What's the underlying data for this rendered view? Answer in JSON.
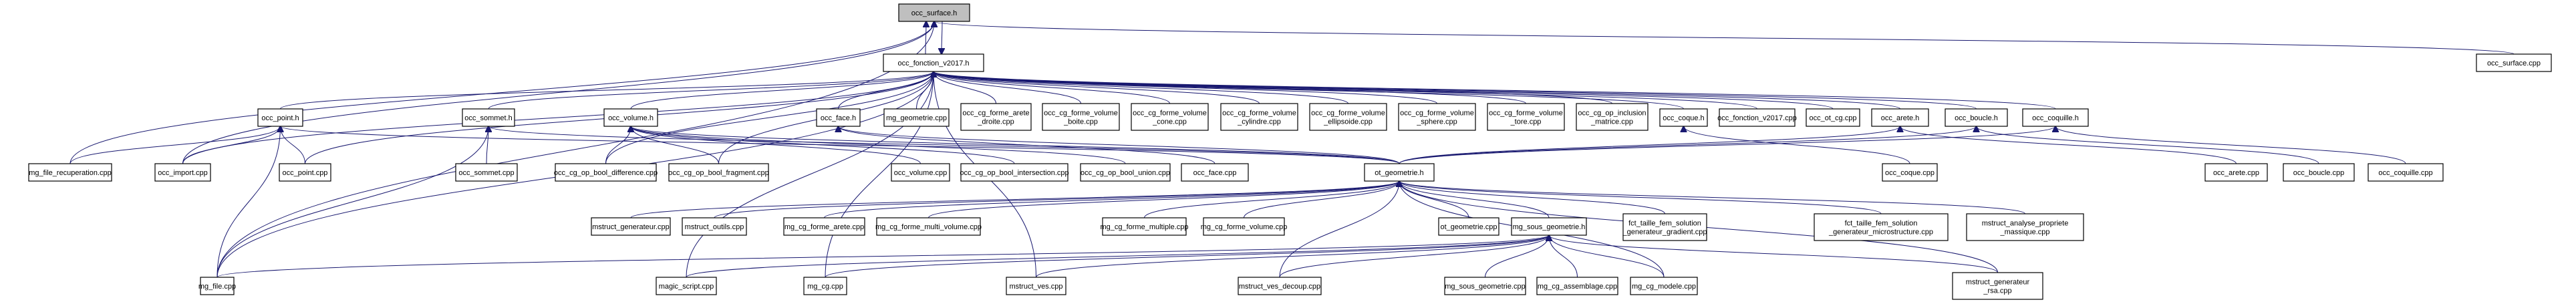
{
  "diagram": {
    "title": "Include dependency graph for occ_surface.h",
    "colors": {
      "edge": "#191970",
      "root_fill": "#bfbfbf",
      "node_fill": "#ffffff",
      "border": "#000000"
    },
    "nodes": [
      {
        "id": "occ_surface_h",
        "label": [
          "occ_surface.h"
        ],
        "root": true
      },
      {
        "id": "occ_fonction_v2017_h",
        "label": [
          "occ_fonction_v2017.h"
        ]
      },
      {
        "id": "occ_surface_cpp",
        "label": [
          "occ_surface.cpp"
        ]
      },
      {
        "id": "occ_point_h",
        "label": [
          "occ_point.h"
        ]
      },
      {
        "id": "occ_sommet_h",
        "label": [
          "occ_sommet.h"
        ]
      },
      {
        "id": "occ_volume_h",
        "label": [
          "occ_volume.h"
        ]
      },
      {
        "id": "occ_face_h",
        "label": [
          "occ_face.h"
        ]
      },
      {
        "id": "mg_geometrie_cpp",
        "label": [
          "mg_geometrie.cpp"
        ]
      },
      {
        "id": "occ_cg_forme_arete_droite_cpp",
        "label": [
          "occ_cg_forme_arete",
          "_droite.cpp"
        ]
      },
      {
        "id": "occ_cg_forme_volume_boite_cpp",
        "label": [
          "occ_cg_forme_volume",
          "_boite.cpp"
        ]
      },
      {
        "id": "occ_cg_forme_volume_cone_cpp",
        "label": [
          "occ_cg_forme_volume",
          "_cone.cpp"
        ]
      },
      {
        "id": "occ_cg_forme_volume_cylindre_cpp",
        "label": [
          "occ_cg_forme_volume",
          "_cylindre.cpp"
        ]
      },
      {
        "id": "occ_cg_forme_volume_ellipsoide_cpp",
        "label": [
          "occ_cg_forme_volume",
          "_ellipsoide.cpp"
        ]
      },
      {
        "id": "occ_cg_forme_volume_sphere_cpp",
        "label": [
          "occ_cg_forme_volume",
          "_sphere.cpp"
        ]
      },
      {
        "id": "occ_cg_forme_volume_tore_cpp",
        "label": [
          "occ_cg_forme_volume",
          "_tore.cpp"
        ]
      },
      {
        "id": "occ_cg_op_inclusion_matrice_cpp",
        "label": [
          "occ_cg_op_inclusion",
          "_matrice.cpp"
        ]
      },
      {
        "id": "occ_coque_h",
        "label": [
          "occ_coque.h"
        ]
      },
      {
        "id": "occ_fonction_v2017_cpp",
        "label": [
          "occ_fonction_v2017.cpp"
        ]
      },
      {
        "id": "occ_ot_cg_cpp",
        "label": [
          "occ_ot_cg.cpp"
        ]
      },
      {
        "id": "occ_arete_h",
        "label": [
          "occ_arete.h"
        ]
      },
      {
        "id": "occ_boucle_h",
        "label": [
          "occ_boucle.h"
        ]
      },
      {
        "id": "occ_coquille_h",
        "label": [
          "occ_coquille.h"
        ]
      },
      {
        "id": "mg_file_recuperation_cpp",
        "label": [
          "mg_file_recuperation.cpp"
        ]
      },
      {
        "id": "occ_import_cpp",
        "label": [
          "occ_import.cpp"
        ]
      },
      {
        "id": "occ_point_cpp",
        "label": [
          "occ_point.cpp"
        ]
      },
      {
        "id": "occ_sommet_cpp",
        "label": [
          "occ_sommet.cpp"
        ]
      },
      {
        "id": "occ_cg_op_bool_difference_cpp",
        "label": [
          "occ_cg_op_bool_difference.cpp"
        ]
      },
      {
        "id": "occ_cg_op_bool_fragment_cpp",
        "label": [
          "occ_cg_op_bool_fragment.cpp"
        ]
      },
      {
        "id": "occ_volume_cpp",
        "label": [
          "occ_volume.cpp"
        ]
      },
      {
        "id": "occ_cg_op_bool_intersection_cpp",
        "label": [
          "occ_cg_op_bool_intersection.cpp"
        ]
      },
      {
        "id": "occ_cg_op_bool_union_cpp",
        "label": [
          "occ_cg_op_bool_union.cpp"
        ]
      },
      {
        "id": "occ_face_cpp",
        "label": [
          "occ_face.cpp"
        ]
      },
      {
        "id": "ot_geometrie_h",
        "label": [
          "ot_geometrie.h"
        ]
      },
      {
        "id": "occ_coque_cpp",
        "label": [
          "occ_coque.cpp"
        ]
      },
      {
        "id": "occ_arete_cpp",
        "label": [
          "occ_arete.cpp"
        ]
      },
      {
        "id": "occ_boucle_cpp",
        "label": [
          "occ_boucle.cpp"
        ]
      },
      {
        "id": "occ_coquille_cpp",
        "label": [
          "occ_coquille.cpp"
        ]
      },
      {
        "id": "mstruct_generateur_cpp",
        "label": [
          "mstruct_generateur.cpp"
        ]
      },
      {
        "id": "mstruct_outils_cpp",
        "label": [
          "mstruct_outils.cpp"
        ]
      },
      {
        "id": "mg_cg_forme_arete_cpp",
        "label": [
          "mg_cg_forme_arete.cpp"
        ]
      },
      {
        "id": "mg_cg_forme_multi_volume_cpp",
        "label": [
          "mg_cg_forme_multi_volume.cpp"
        ]
      },
      {
        "id": "mg_cg_forme_multiple_cpp",
        "label": [
          "mg_cg_forme_multiple.cpp"
        ]
      },
      {
        "id": "mg_cg_forme_volume_cpp",
        "label": [
          "mg_cg_forme_volume.cpp"
        ]
      },
      {
        "id": "ot_geometrie_cpp",
        "label": [
          "ot_geometrie.cpp"
        ]
      },
      {
        "id": "mg_sous_geometrie_h",
        "label": [
          "mg_sous_geometrie.h"
        ]
      },
      {
        "id": "fct_taille_fem_solution_generateur_gradient_cpp",
        "label": [
          "fct_taille_fem_solution",
          "_generateur_gradient.cpp"
        ]
      },
      {
        "id": "fct_taille_fem_solution_generateur_microstructure_cpp",
        "label": [
          "fct_taille_fem_solution",
          "_generateur_microstructure.cpp"
        ]
      },
      {
        "id": "mstruct_analyse_propriete_massique_cpp",
        "label": [
          "mstruct_analyse_propriete",
          "_massique.cpp"
        ]
      },
      {
        "id": "mg_file_cpp",
        "label": [
          "mg_file.cpp"
        ]
      },
      {
        "id": "magic_script_cpp",
        "label": [
          "magic_script.cpp"
        ]
      },
      {
        "id": "mg_cg_cpp",
        "label": [
          "mg_cg.cpp"
        ]
      },
      {
        "id": "mstruct_ves_cpp",
        "label": [
          "mstruct_ves.cpp"
        ]
      },
      {
        "id": "mstruct_ves_decoup_cpp",
        "label": [
          "mstruct_ves_decoup.cpp"
        ]
      },
      {
        "id": "mg_sous_geometrie_cpp",
        "label": [
          "mg_sous_geometrie.cpp"
        ]
      },
      {
        "id": "mg_cg_assemblage_cpp",
        "label": [
          "mg_cg_assemblage.cpp"
        ]
      },
      {
        "id": "mg_cg_modele_cpp",
        "label": [
          "mg_cg_modele.cpp"
        ]
      },
      {
        "id": "mstruct_generateur_rsa_cpp",
        "label": [
          "mstruct_generateur",
          "_rsa.cpp"
        ]
      }
    ],
    "edges": [
      [
        "occ_fonction_v2017_h",
        "occ_surface_h"
      ],
      [
        "occ_surface_h",
        "occ_fonction_v2017_h"
      ],
      [
        "occ_surface_cpp",
        "occ_surface_h"
      ],
      [
        "mg_file_recuperation_cpp",
        "occ_surface_h"
      ],
      [
        "occ_import_cpp",
        "occ_surface_h"
      ],
      [
        "mg_file_cpp",
        "occ_surface_h"
      ],
      [
        "occ_point_h",
        "occ_fonction_v2017_h"
      ],
      [
        "occ_sommet_h",
        "occ_fonction_v2017_h"
      ],
      [
        "occ_volume_h",
        "occ_fonction_v2017_h"
      ],
      [
        "occ_face_h",
        "occ_fonction_v2017_h"
      ],
      [
        "mg_geometrie_cpp",
        "occ_fonction_v2017_h"
      ],
      [
        "occ_cg_forme_arete_droite_cpp",
        "occ_fonction_v2017_h"
      ],
      [
        "occ_cg_forme_volume_boite_cpp",
        "occ_fonction_v2017_h"
      ],
      [
        "occ_cg_forme_volume_cone_cpp",
        "occ_fonction_v2017_h"
      ],
      [
        "occ_cg_forme_volume_cylindre_cpp",
        "occ_fonction_v2017_h"
      ],
      [
        "occ_cg_forme_volume_ellipsoide_cpp",
        "occ_fonction_v2017_h"
      ],
      [
        "occ_cg_forme_volume_sphere_cpp",
        "occ_fonction_v2017_h"
      ],
      [
        "occ_cg_forme_volume_tore_cpp",
        "occ_fonction_v2017_h"
      ],
      [
        "occ_cg_op_inclusion_matrice_cpp",
        "occ_fonction_v2017_h"
      ],
      [
        "occ_coque_h",
        "occ_fonction_v2017_h"
      ],
      [
        "occ_fonction_v2017_cpp",
        "occ_fonction_v2017_h"
      ],
      [
        "occ_ot_cg_cpp",
        "occ_fonction_v2017_h"
      ],
      [
        "occ_arete_h",
        "occ_fonction_v2017_h"
      ],
      [
        "occ_boucle_h",
        "occ_fonction_v2017_h"
      ],
      [
        "occ_coquille_h",
        "occ_fonction_v2017_h"
      ],
      [
        "occ_import_cpp",
        "occ_fonction_v2017_h"
      ],
      [
        "occ_point_cpp",
        "occ_fonction_v2017_h"
      ],
      [
        "mg_file_cpp",
        "occ_fonction_v2017_h"
      ],
      [
        "occ_cg_op_bool_difference_cpp",
        "occ_fonction_v2017_h"
      ],
      [
        "occ_cg_op_bool_fragment_cpp",
        "occ_fonction_v2017_h"
      ],
      [
        "mg_cg_cpp",
        "occ_fonction_v2017_h"
      ],
      [
        "magic_script_cpp",
        "occ_fonction_v2017_h"
      ],
      [
        "mstruct_ves_cpp",
        "occ_fonction_v2017_h"
      ],
      [
        "mg_file_recuperation_cpp",
        "occ_point_h"
      ],
      [
        "occ_import_cpp",
        "occ_point_h"
      ],
      [
        "occ_point_cpp",
        "occ_point_h"
      ],
      [
        "mg_file_cpp",
        "occ_point_h"
      ],
      [
        "ot_geometrie_h",
        "occ_point_h"
      ],
      [
        "occ_sommet_cpp",
        "occ_sommet_h"
      ],
      [
        "mg_file_cpp",
        "occ_sommet_h"
      ],
      [
        "ot_geometrie_h",
        "occ_sommet_h"
      ],
      [
        "occ_cg_op_bool_difference_cpp",
        "occ_volume_h"
      ],
      [
        "occ_cg_op_bool_fragment_cpp",
        "occ_volume_h"
      ],
      [
        "occ_volume_cpp",
        "occ_volume_h"
      ],
      [
        "occ_cg_op_bool_intersection_cpp",
        "occ_volume_h"
      ],
      [
        "occ_cg_op_bool_union_cpp",
        "occ_volume_h"
      ],
      [
        "ot_geometrie_h",
        "occ_volume_h"
      ],
      [
        "occ_face_cpp",
        "occ_face_h"
      ],
      [
        "ot_geometrie_h",
        "occ_face_h"
      ],
      [
        "occ_coque_cpp",
        "occ_coque_h"
      ],
      [
        "occ_arete_cpp",
        "occ_arete_h"
      ],
      [
        "ot_geometrie_h",
        "occ_arete_h"
      ],
      [
        "occ_boucle_cpp",
        "occ_boucle_h"
      ],
      [
        "ot_geometrie_h",
        "occ_boucle_h"
      ],
      [
        "occ_coquille_cpp",
        "occ_coquille_h"
      ],
      [
        "ot_geometrie_h",
        "occ_coquille_h"
      ],
      [
        "mstruct_generateur_cpp",
        "ot_geometrie_h"
      ],
      [
        "mstruct_outils_cpp",
        "ot_geometrie_h"
      ],
      [
        "mg_cg_forme_arete_cpp",
        "ot_geometrie_h"
      ],
      [
        "mg_cg_forme_multi_volume_cpp",
        "ot_geometrie_h"
      ],
      [
        "mg_cg_forme_multiple_cpp",
        "ot_geometrie_h"
      ],
      [
        "mg_cg_forme_volume_cpp",
        "ot_geometrie_h"
      ],
      [
        "ot_geometrie_cpp",
        "ot_geometrie_h"
      ],
      [
        "mg_sous_geometrie_h",
        "ot_geometrie_h"
      ],
      [
        "fct_taille_fem_solution_generateur_gradient_cpp",
        "ot_geometrie_h"
      ],
      [
        "fct_taille_fem_solution_generateur_microstructure_cpp",
        "ot_geometrie_h"
      ],
      [
        "mstruct_analyse_propriete_massique_cpp",
        "ot_geometrie_h"
      ],
      [
        "mstruct_ves_decoup_cpp",
        "ot_geometrie_h"
      ],
      [
        "mg_cg_modele_cpp",
        "ot_geometrie_h"
      ],
      [
        "mstruct_generateur_rsa_cpp",
        "ot_geometrie_h"
      ],
      [
        "mg_file_cpp",
        "mg_sous_geometrie_h"
      ],
      [
        "magic_script_cpp",
        "mg_sous_geometrie_h"
      ],
      [
        "mg_cg_cpp",
        "mg_sous_geometrie_h"
      ],
      [
        "mstruct_ves_cpp",
        "mg_sous_geometrie_h"
      ],
      [
        "mstruct_ves_decoup_cpp",
        "mg_sous_geometrie_h"
      ],
      [
        "mg_sous_geometrie_cpp",
        "mg_sous_geometrie_h"
      ],
      [
        "mg_cg_assemblage_cpp",
        "mg_sous_geometrie_h"
      ],
      [
        "mg_cg_modele_cpp",
        "mg_sous_geometrie_h"
      ],
      [
        "mstruct_generateur_rsa_cpp",
        "mg_sous_geometrie_h"
      ]
    ]
  }
}
